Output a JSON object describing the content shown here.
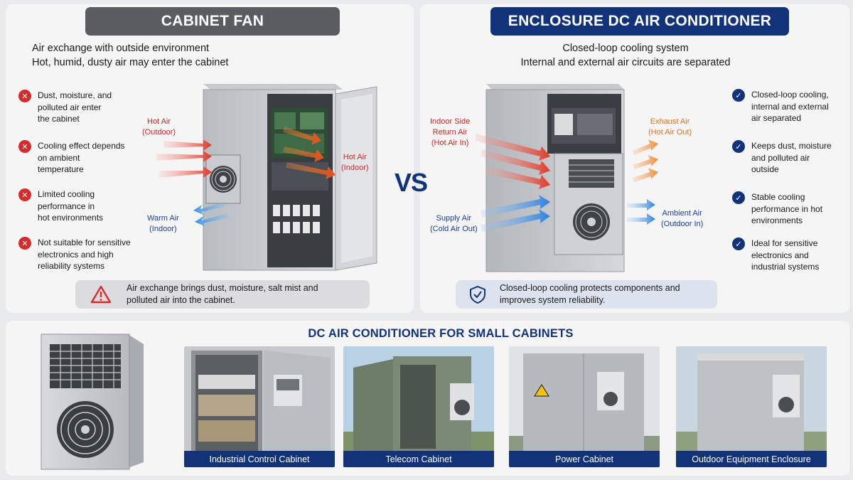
{
  "left": {
    "title": "CABINET FAN",
    "subtitle_line1": "Air exchange with outside environment",
    "subtitle_line2": "Hot, humid, dusty air may enter the cabinet",
    "items": [
      {
        "line1": "Dust, moisture, and",
        "line2": "polluted air enter",
        "line3": "the cabinet"
      },
      {
        "line1": "Cooling effect depends",
        "line2": "on ambient",
        "line3": "temperature"
      },
      {
        "line1": "Limited cooling",
        "line2": "performance in",
        "line3": "hot environments"
      },
      {
        "line1": "Not suitable for sensitive",
        "line2": "electronics and high",
        "line3": "reliability systems"
      }
    ],
    "labels": {
      "hot_out_1": "Hot Air",
      "hot_out_2": "(Outdoor)",
      "hot_in_1": "Hot Air",
      "hot_in_2": "(Indoor)",
      "warm_1": "Warm Air",
      "warm_2": "(Indoor)"
    },
    "note_line1": "Air exchange brings dust, moisture, salt mist and",
    "note_line2": "polluted air into the cabinet."
  },
  "vs": "VS",
  "right": {
    "title": "ENCLOSURE  DC AIR CONDITIONER",
    "subtitle_line1": "Closed-loop cooling system",
    "subtitle_line2": "Internal and external air circuits are separated",
    "items": [
      {
        "line1": "Closed-loop cooling,",
        "line2": "internal and external",
        "line3": "air separated"
      },
      {
        "line1": "Keeps dust, moisture",
        "line2": "and polluted air",
        "line3": "outside"
      },
      {
        "line1": "Stable cooling",
        "line2": "performance in hot",
        "line3": "environments"
      },
      {
        "line1": "Ideal for sensitive",
        "line2": "electronics and",
        "line3": "industrial systems"
      }
    ],
    "labels": {
      "return_1": "Indoor Side",
      "return_2": "Return Air",
      "return_3": "(Hot Air In)",
      "exhaust_1": "Exhaust Air",
      "exhaust_2": "(Hot Air Out)",
      "supply_1": "Supply Air",
      "supply_2": "(Cold Air Out)",
      "ambient_1": "Ambient Air",
      "ambient_2": "(Outdoor In)"
    },
    "note_line1": "Closed-loop cooling protects components and",
    "note_line2": "improves system reliability."
  },
  "bottom": {
    "title": "DC AIR CONDITIONER FOR SMALL CABINETS",
    "photos": [
      {
        "caption": "Industrial Control Cabinet"
      },
      {
        "caption": "Telecom Cabinet"
      },
      {
        "caption": "Power Cabinet"
      },
      {
        "caption": "Outdoor Equipment Enclosure"
      }
    ]
  },
  "colors": {
    "navy": "#12337a",
    "gray_title": "#5a5c60",
    "red": "#d62b2b",
    "orange": "#e2731f",
    "blue": "#3a8ee6"
  }
}
